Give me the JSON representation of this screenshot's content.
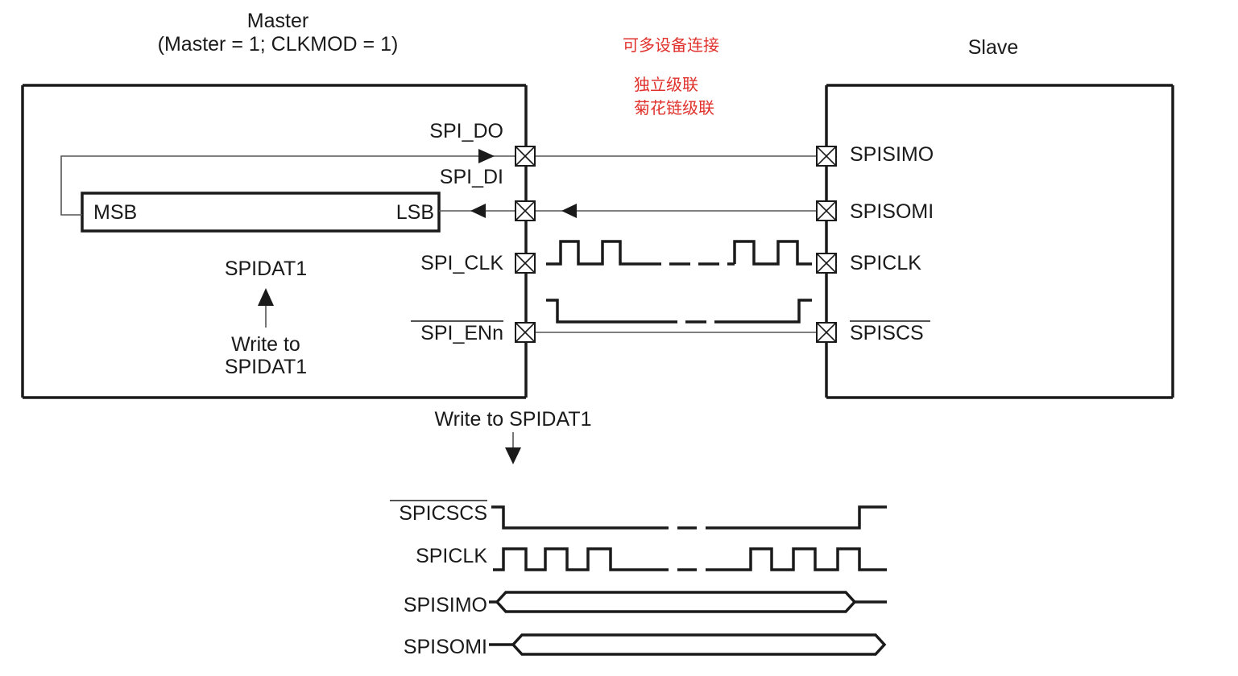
{
  "master": {
    "title": "Master",
    "subtitle": "(Master = 1; CLKMOD = 1)",
    "pins": {
      "do": "SPI_DO",
      "di": "SPI_DI",
      "clk": "SPI_CLK",
      "en": "SPI_ENn"
    },
    "register": {
      "msb": "MSB",
      "lsb": "LSB",
      "name": "SPIDAT1"
    },
    "write_line1": "Write to",
    "write_line2": "SPIDAT1"
  },
  "slave": {
    "title": "Slave",
    "pins": {
      "simo": "SPISIMO",
      "somi": "SPISOMI",
      "clk": "SPICLK",
      "cs": "SPISCS"
    }
  },
  "notes": {
    "line1": "可多设备连接",
    "line2": "独立级联",
    "line3": "菊花链级联",
    "color": "#e0312c"
  },
  "trigger_label": "Write to SPIDAT1",
  "timing": {
    "cs": "SPICSCS",
    "clk": "SPICLK",
    "simo": "SPISIMO",
    "somi": "SPISOMI"
  }
}
